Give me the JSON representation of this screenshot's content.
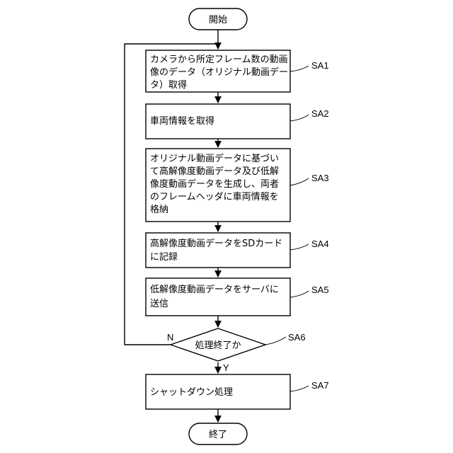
{
  "flowchart": {
    "start": "開始",
    "end": "終了",
    "steps": [
      {
        "tag": "SA1",
        "lines": [
          "カメラから所定フレーム数の動画",
          "像のデータ（オリジナル動画デー",
          "タ）取得"
        ]
      },
      {
        "tag": "SA2",
        "lines": [
          "車両情報を取得"
        ]
      },
      {
        "tag": "SA3",
        "lines": [
          "オリジナル動画データに基づい",
          "て高解像度動画データ及び低解",
          "像度動画データを生成し、両者",
          "のフレームヘッダに車両情報を",
          "格納"
        ]
      },
      {
        "tag": "SA4",
        "lines": [
          "高解像度動画データをSDカード",
          "に記録"
        ]
      },
      {
        "tag": "SA5",
        "lines": [
          "低解像度動画データをサーバに",
          "送信"
        ]
      },
      {
        "tag": "SA7",
        "lines": [
          "シャットダウン処理"
        ]
      }
    ],
    "decision": {
      "tag": "SA6",
      "text": "処理終了か",
      "no_label": "N",
      "yes_label": "Y"
    }
  }
}
